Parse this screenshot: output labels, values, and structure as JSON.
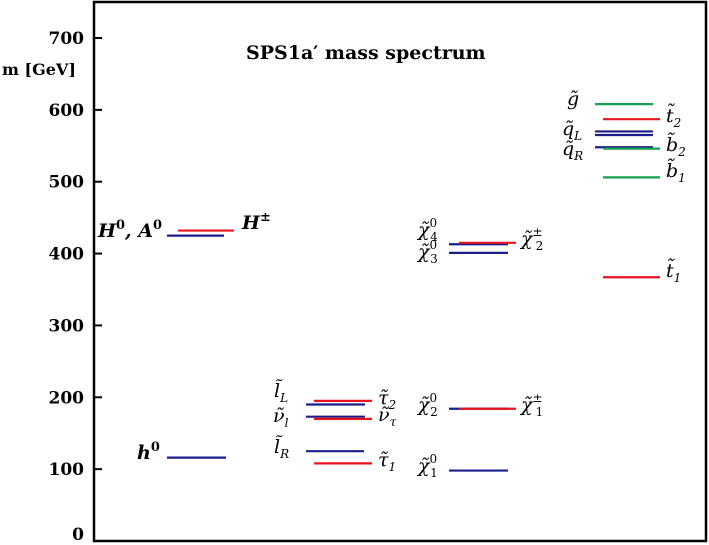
{
  "chart_data": {
    "type": "bar",
    "title": "SPS1a′ mass spectrum",
    "ylabel": "m [GeV]",
    "ylim": [
      0,
      750
    ],
    "yticks": [
      0,
      100,
      200,
      300,
      400,
      500,
      600,
      700
    ],
    "grid": false,
    "colors": {
      "red": "#e8141c",
      "blue": "#1c1c8c",
      "green": "#14a050"
    },
    "levels": [
      {
        "particle": "h0",
        "mass": 116,
        "color": "blue",
        "column": 1
      },
      {
        "particle": "H0/A0",
        "mass": 425,
        "color": "blue",
        "column": 1
      },
      {
        "particle": "H±",
        "mass": 432,
        "color": "red",
        "column": 1
      },
      {
        "particle": "l̃_L",
        "mass": 190,
        "color": "blue",
        "column": 2
      },
      {
        "particle": "ν̃_l",
        "mass": 173,
        "color": "blue",
        "column": 2
      },
      {
        "particle": "l̃_R",
        "mass": 125,
        "color": "blue",
        "column": 2
      },
      {
        "particle": "τ̃_2",
        "mass": 195,
        "color": "red",
        "column": 2
      },
      {
        "particle": "ν̃_τ",
        "mass": 170,
        "color": "red",
        "column": 2
      },
      {
        "particle": "τ̃_1",
        "mass": 108,
        "color": "red",
        "column": 2
      },
      {
        "particle": "χ̃0_1",
        "mass": 98,
        "color": "blue",
        "column": 3
      },
      {
        "particle": "χ̃0_2",
        "mass": 184,
        "color": "blue",
        "column": 3
      },
      {
        "particle": "χ̃0_3",
        "mass": 401,
        "color": "blue",
        "column": 3
      },
      {
        "particle": "χ̃0_4",
        "mass": 413,
        "color": "blue",
        "column": 3
      },
      {
        "particle": "χ̃±_1",
        "mass": 184,
        "color": "red",
        "column": 3
      },
      {
        "particle": "χ̃±_2",
        "mass": 415,
        "color": "red",
        "column": 3
      },
      {
        "particle": "g̃",
        "mass": 608,
        "color": "green",
        "column": 4
      },
      {
        "particle": "t̃_2",
        "mass": 587,
        "color": "red",
        "column": 4
      },
      {
        "particle": "q̃_L",
        "mass": 570,
        "color": "blue",
        "column": 4
      },
      {
        "particle": "q̃_L'",
        "mass": 565,
        "color": "blue",
        "column": 4
      },
      {
        "particle": "q̃_R",
        "mass": 548,
        "color": "blue",
        "column": 4
      },
      {
        "particle": "b̃_2",
        "mass": 546,
        "color": "green",
        "column": 4
      },
      {
        "particle": "b̃_1",
        "mass": 506,
        "color": "green",
        "column": 4
      },
      {
        "particle": "t̃_1",
        "mass": 367,
        "color": "red",
        "column": 4
      }
    ]
  }
}
